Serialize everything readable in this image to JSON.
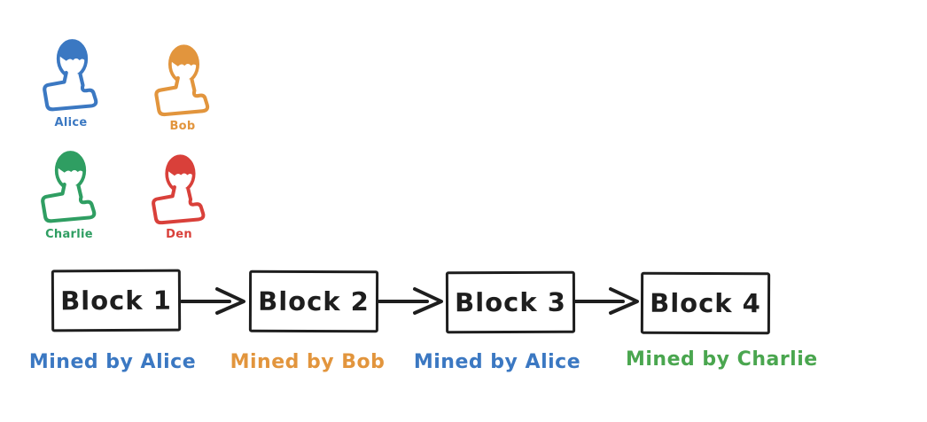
{
  "people": [
    {
      "name": "Alice",
      "color": "#3b78c2"
    },
    {
      "name": "Bob",
      "color": "#e2953d"
    },
    {
      "name": "Charlie",
      "color": "#2f9e62"
    },
    {
      "name": "Den",
      "color": "#d9403a"
    }
  ],
  "chain": {
    "blocks": [
      {
        "label": "Block 1",
        "miner": "Mined by Alice",
        "miner_color": "#3b78c2"
      },
      {
        "label": "Block 2",
        "miner": "Mined by Bob",
        "miner_color": "#e2953d"
      },
      {
        "label": "Block 3",
        "miner": "Mined by Alice",
        "miner_color": "#3b78c2"
      },
      {
        "label": "Block 4",
        "miner": "Mined by Charlie",
        "miner_color": "#4aa64f"
      }
    ],
    "stroke_color": "#1e1e1e"
  },
  "icons": {
    "person": "person-bust-icon",
    "arrow": "arrow-right-icon"
  }
}
